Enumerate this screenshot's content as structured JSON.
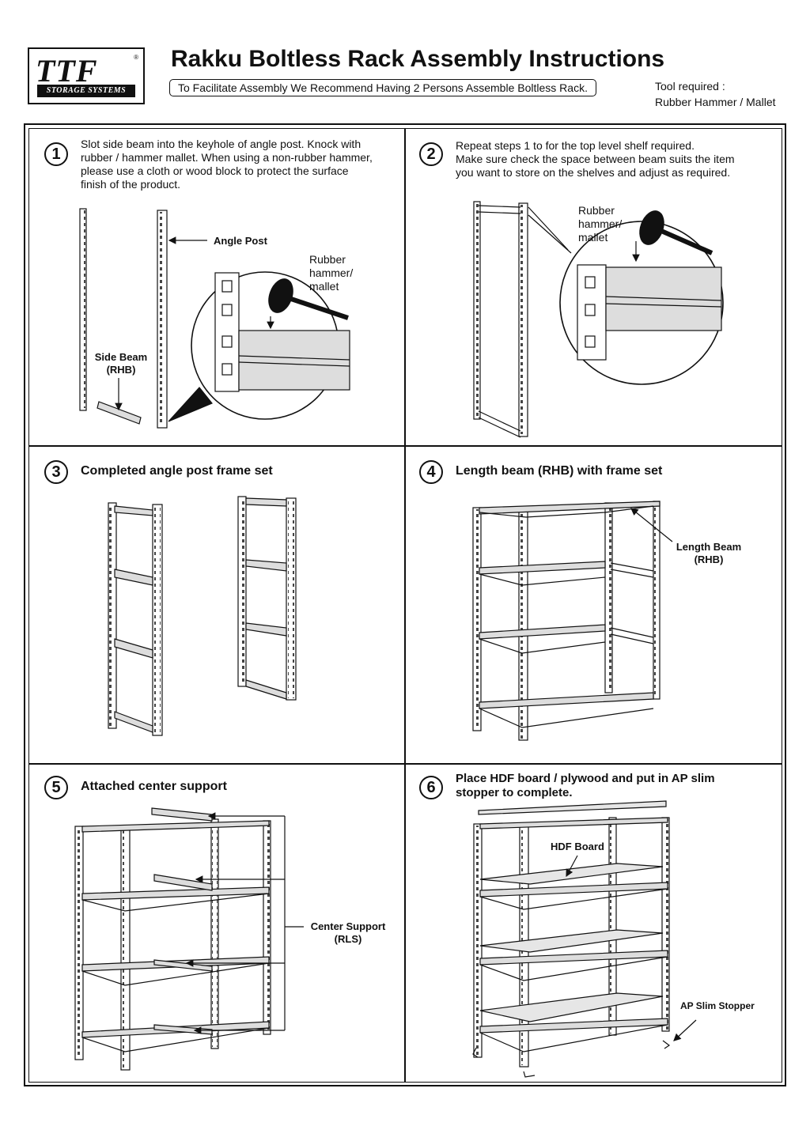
{
  "header": {
    "logo_text": "TTF",
    "logo_reg": "®",
    "logo_sub": "STORAGE SYSTEMS",
    "title": "Rakku Boltless Rack Assembly Instructions",
    "note": "To Facilitate Assembly We Recommend Having 2 Persons Assemble Boltless Rack.",
    "tool_line1": "Tool required :",
    "tool_line2": "Rubber Hammer / Mallet"
  },
  "steps": [
    {
      "num": "1",
      "lines": [
        "Slot side beam into the keyhole of angle post. Knock with",
        "rubber / hammer mallet. When using a non-rubber hammer,",
        "please use a cloth or wood block to protect the surface",
        "finish of the product."
      ]
    },
    {
      "num": "2",
      "lines": [
        "Repeat steps 1 to for the top level shelf required.",
        "Make sure check the space between beam suits the item",
        "you want to store on the shelves and adjust as required."
      ]
    },
    {
      "num": "3",
      "heading": "Completed angle post frame set"
    },
    {
      "num": "4",
      "heading": "Length beam (RHB) with frame set"
    },
    {
      "num": "5",
      "heading": "Attached center support"
    },
    {
      "num": "6",
      "heading_lines": [
        "Place HDF board / plywood and put in AP slim",
        "stopper to complete."
      ]
    }
  ],
  "labels": {
    "angle_post": "Angle Post",
    "hammer1": [
      "Rubber",
      "hammer/",
      "mallet"
    ],
    "side_beam": [
      "Side Beam",
      "(RHB)"
    ],
    "hammer2": [
      "Rubber",
      "hammer/",
      "mallet"
    ],
    "length_beam": [
      "Length Beam",
      "(RHB)"
    ],
    "center_support": [
      "Center Support",
      "(RLS)"
    ],
    "hdf_board": "HDF Board",
    "ap_slim": "AP Slim Stopper"
  }
}
